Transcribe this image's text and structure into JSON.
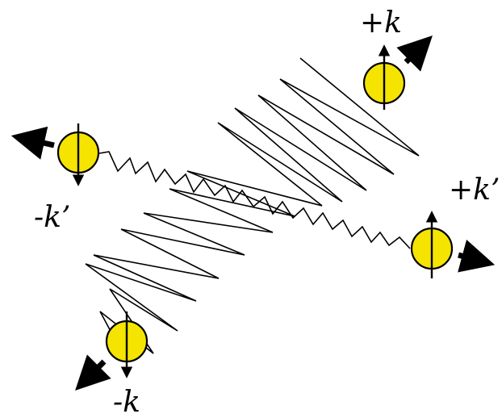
{
  "labels": {
    "top_right_particle": "+k",
    "right_particle": "+k’",
    "left_particle": "-k’",
    "bottom_left_particle": "-k"
  },
  "colors": {
    "particle_fill": "#f5e400",
    "stroke": "#000000",
    "background": "#ffffff"
  },
  "icons": {
    "particle": "spin-particle-icon",
    "momentum": "momentum-arrow-icon"
  }
}
